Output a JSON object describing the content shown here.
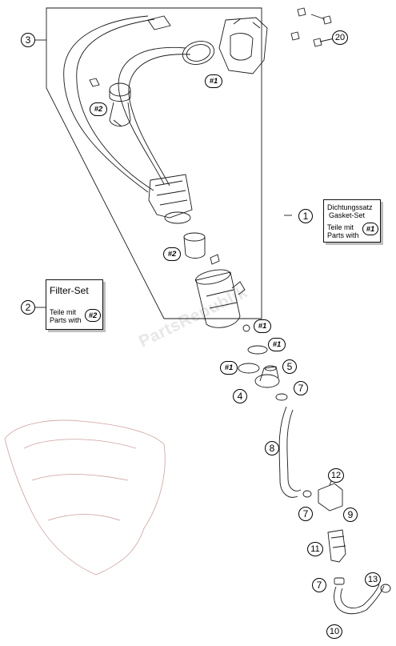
{
  "diagram": {
    "watermark": "PartsRepublik",
    "callouts": {
      "c1": "1",
      "c2": "2",
      "c3": "3",
      "c4": "4",
      "c5": "5",
      "c7a": "7",
      "c7b": "7",
      "c7c": "7",
      "c8": "8",
      "c9": "9",
      "c10": "10",
      "c11": "11",
      "c12": "12",
      "c13": "13",
      "c20": "20"
    },
    "kit_tags": {
      "t1a": "#1",
      "t1b": "#1",
      "t1c": "#1",
      "t1d": "#1",
      "t2a": "#2",
      "t2b": "#2"
    },
    "gasket_set": {
      "line1": "Dichtungssatz",
      "line2": "Gasket-Set",
      "line3": "Teile mit",
      "line4": "Parts with",
      "tag": "#1"
    },
    "filter_set": {
      "title": "Filter-Set",
      "line1": "Teile mit",
      "line2": "Parts with",
      "tag": "#2"
    }
  }
}
